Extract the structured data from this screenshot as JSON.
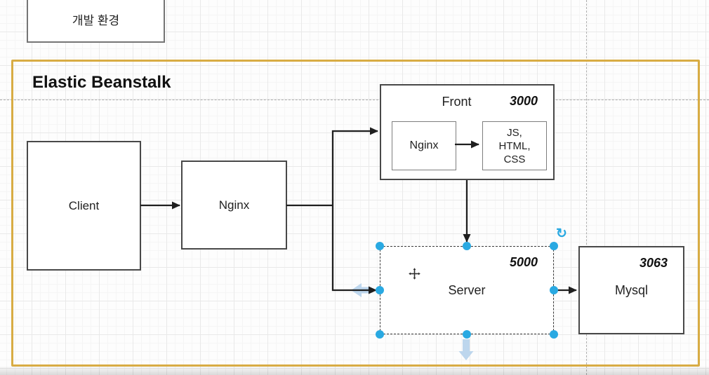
{
  "labels": {
    "dev_env": "개발 환경",
    "container_title": "Elastic Beanstalk"
  },
  "nodes": {
    "client": {
      "label": "Client"
    },
    "nginx_proxy": {
      "label": "Nginx"
    },
    "front": {
      "label": "Front",
      "port": "3000",
      "inner_nginx_label": "Nginx",
      "assets_lines": [
        "JS,",
        "HTML,",
        "CSS"
      ]
    },
    "server": {
      "label": "Server",
      "port": "5000",
      "selected": true
    },
    "mysql": {
      "label": "Mysql",
      "port": "3063"
    }
  },
  "edges": [
    {
      "from": "client",
      "to": "nginx_proxy"
    },
    {
      "from": "nginx_proxy",
      "to": "front"
    },
    {
      "from": "nginx_proxy",
      "to": "server"
    },
    {
      "from": "front",
      "to": "server"
    },
    {
      "from": "server",
      "to": "mysql"
    },
    {
      "from": "front.inner_nginx",
      "to": "front.assets"
    }
  ],
  "selection": {
    "selected_node": "server",
    "handle_count": 8
  },
  "colors": {
    "container_border": "#d8ac44",
    "selection_blue": "#29a9e2",
    "hint_arrow_blue": "#b7d3eb",
    "connector_black": "#1f1f1f"
  },
  "icons": {
    "rotate_glyph": "↻"
  }
}
